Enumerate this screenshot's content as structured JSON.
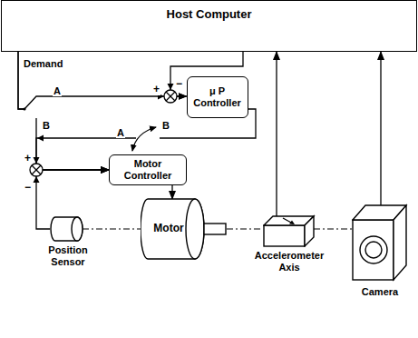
{
  "diagram": {
    "nodes": [
      {
        "text": [
          "Host Computer"
        ]
      },
      {
        "text": [
          "μ P Controller"
        ]
      },
      {
        "text": [
          "Motor Controller"
        ]
      },
      {
        "text": [
          "Motor"
        ]
      },
      {
        "text": [
          "Position Sensor"
        ]
      },
      {
        "text": [
          "Accelerometer Axis"
        ]
      },
      {
        "text": [
          "Camera"
        ]
      }
    ],
    "edges": [
      {
        "from": 0,
        "to": 1,
        "arrow": "to"
      },
      {
        "from": 0,
        "to": 2,
        "arrow": "to"
      },
      {
        "from": 0,
        "to": 1,
        "arrow": "to"
      },
      {
        "from": 1,
        "to": 2,
        "arrow": "to"
      },
      {
        "from": 2,
        "to": 3,
        "arrow": "to"
      },
      {
        "from": 4,
        "to": 2,
        "arrow": "to"
      },
      {
        "from": 5,
        "to": 0,
        "arrow": "to"
      },
      {
        "from": 6,
        "to": 0,
        "arrow": "to"
      },
      {
        "from": 4,
        "to": 3,
        "arrow": "none"
      },
      {
        "from": 3,
        "to": 5,
        "arrow": "none"
      },
      {
        "from": 5,
        "to": 6,
        "arrow": "none"
      }
    ],
    "labels": [
      "Demand",
      "A",
      "B",
      "A",
      "B",
      "+",
      "−",
      "+",
      "−"
    ]
  }
}
